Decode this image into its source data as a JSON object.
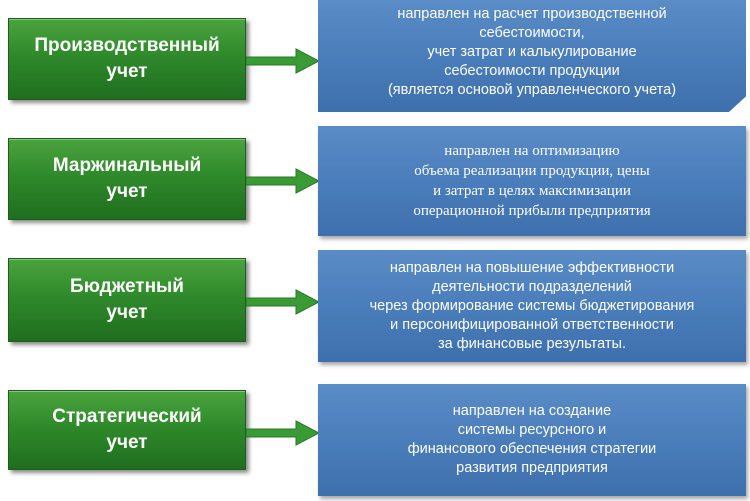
{
  "rows": [
    {
      "title": "Производственный\nучет",
      "description": "направлен на расчет производственной\nсебестоимости,\nучет затрат и калькулирование\nсебестоимости продукции\n(является основой управленческого учета)"
    },
    {
      "title": "Маржинальный\nучет",
      "description": "направлен на оптимизацию\nобъема реализации продукции, цены\nи затрат в целях максимизации\nоперационной прибыли предприятия"
    },
    {
      "title": "Бюджетный\nучет",
      "description": "направлен на повышение эффективности\nдеятельности подразделений\nчерез формирование системы бюджетирования\nи персонифицированной ответственности\nза финансовые результаты."
    },
    {
      "title": "Стратегический\nучет",
      "description": "направлен на создание\nсистемы ресурсного и\nфинансового обеспечения стратегии\nразвития предприятия"
    }
  ],
  "colors": {
    "green_box": "#2f8a2b",
    "blue_box": "#4a7dbb",
    "arrow": "#3a9a36",
    "text": "#ffffff"
  }
}
